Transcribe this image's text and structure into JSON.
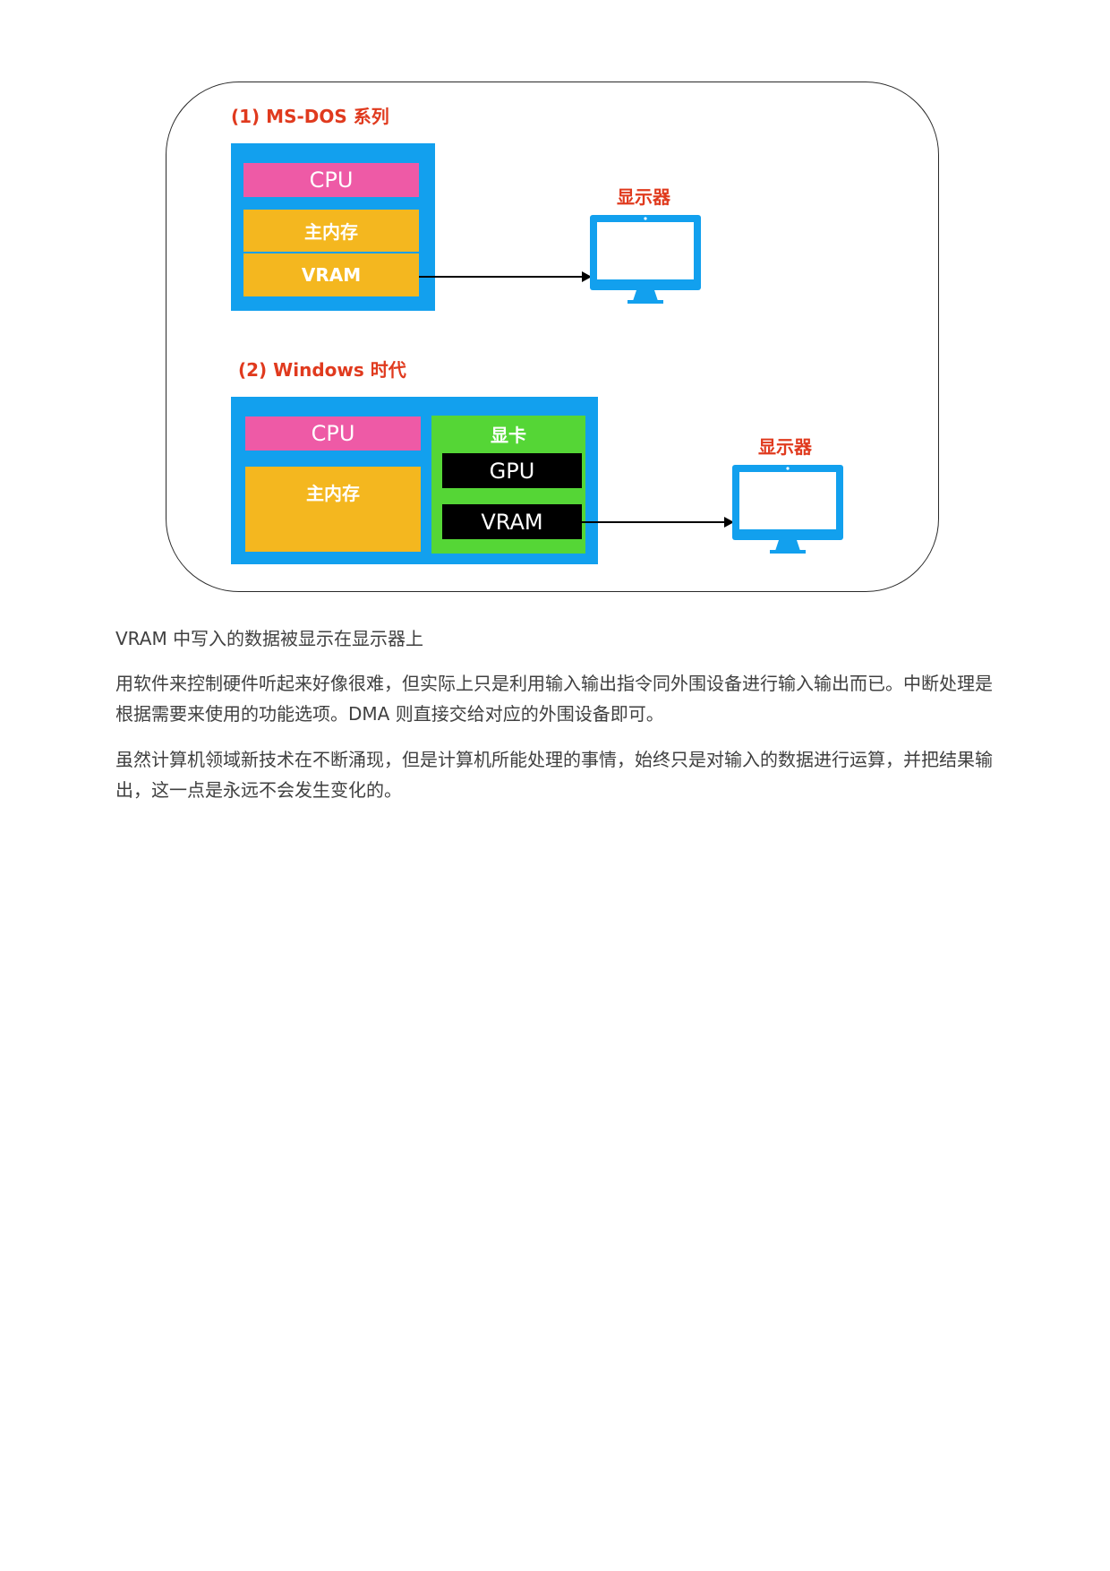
{
  "diagram": {
    "section1": {
      "title": "(1) MS-DOS 系列",
      "cpu_label": "CPU",
      "main_memory_label": "主内存",
      "vram_label": "VRAM",
      "monitor_label": "显示器"
    },
    "section2": {
      "title": "(2) Windows 时代",
      "cpu_label": "CPU",
      "main_memory_label": "主内存",
      "graphics_card_label": "显卡",
      "gpu_label": "GPU",
      "vram_label": "VRAM",
      "monitor_label": "显示器"
    },
    "colors": {
      "title_red": "#e03a1e",
      "container_blue": "#12a0ee",
      "cpu_pink": "#ee5aa6",
      "memory_gold": "#f4b71f",
      "card_green": "#55d636",
      "chip_black": "#000000"
    },
    "icons": [
      "monitor-icon",
      "arrow-right-icon"
    ]
  },
  "text": {
    "caption": "VRAM 中写入的数据被显示在显示器上",
    "paragraph1": "用软件来控制硬件听起来好像很难，但实际上只是利用输入输出指令同外围设备进行输入输出而已。中断处理是根据需要来使用的功能选项。DMA 则直接交给对应的外围设备即可。",
    "paragraph2": "虽然计算机领域新技术在不断涌现，但是计算机所能处理的事情，始终只是对输入的数据进行运算，并把结果输出，这一点是永远不会发生变化的。"
  }
}
